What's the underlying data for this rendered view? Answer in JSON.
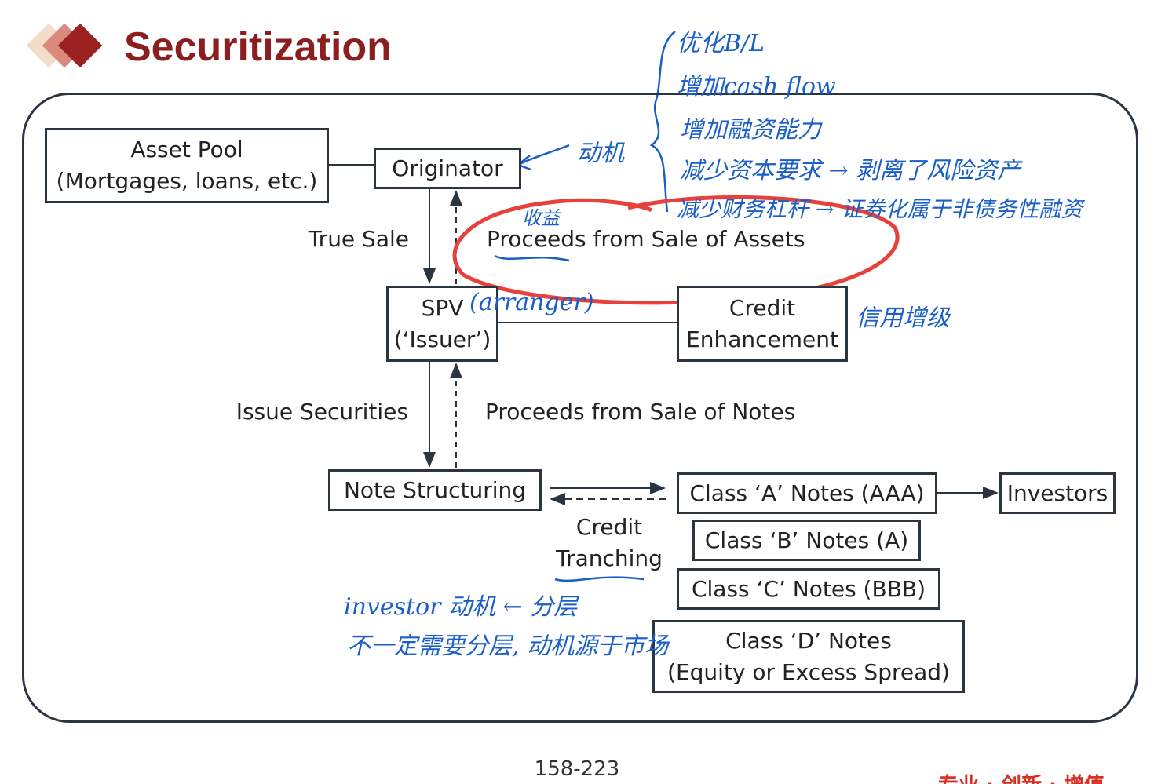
{
  "title": "Securitization",
  "boxes": {
    "asset_pool": [
      "Asset Pool",
      "(Mortgages, loans, etc.)"
    ],
    "originator": "Originator",
    "spv": [
      "SPV",
      "(‘Issuer’)"
    ],
    "credit_enhancement": [
      "Credit",
      "Enhancement"
    ],
    "note_structuring": "Note Structuring",
    "class_a": "Class ‘A’ Notes (AAA)",
    "class_b": "Class ‘B’ Notes (A)",
    "class_c": "Class ‘C’ Notes (BBB)",
    "class_d": [
      "Class ‘D’ Notes",
      "(Equity or Excess Spread)"
    ],
    "investors": "Investors"
  },
  "labels": {
    "true_sale": "True Sale",
    "proceeds_assets": "Proceeds from Sale of Assets",
    "issue_securities": "Issue Securities",
    "proceeds_notes": "Proceeds from Sale of Notes",
    "credit_tranching": [
      "Credit",
      "Tranching"
    ]
  },
  "annotations": {
    "motives": [
      "优化B/L",
      "增加cash flow",
      "增加融资能力",
      "减少资本要求 → 剥离了风险资产",
      "减少财务杠杆 → 证券化属于非债务性融资"
    ],
    "motive_label": "动机",
    "proceeds_note": "收益",
    "arranger": "(arranger)",
    "credit_enh_note": "信用增级",
    "tranche_notes": [
      "investor 动机 ← 分层",
      "不一定需要分层, 动机源于市场"
    ]
  },
  "footer": {
    "page": "158-223",
    "slogan": "专业 · 创新 · 增值"
  },
  "colors": {
    "title": "#8b1e1e",
    "ink": "#1a5fc8",
    "circle": "#e8403a"
  }
}
